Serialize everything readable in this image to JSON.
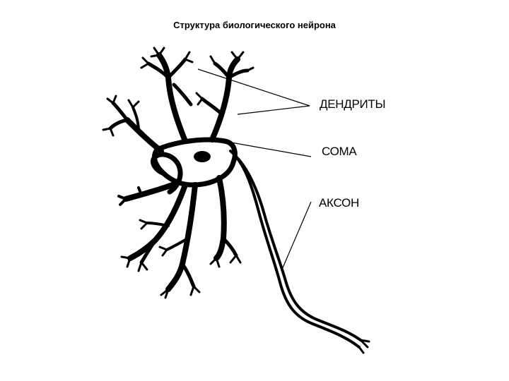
{
  "title": "Структура биологического нейрона",
  "labels": {
    "dendrites": "ДЕНДРИТЫ",
    "soma": "СОМА",
    "axon": "АКСОН"
  },
  "colors": {
    "ink": "#000000",
    "background": "#ffffff"
  }
}
